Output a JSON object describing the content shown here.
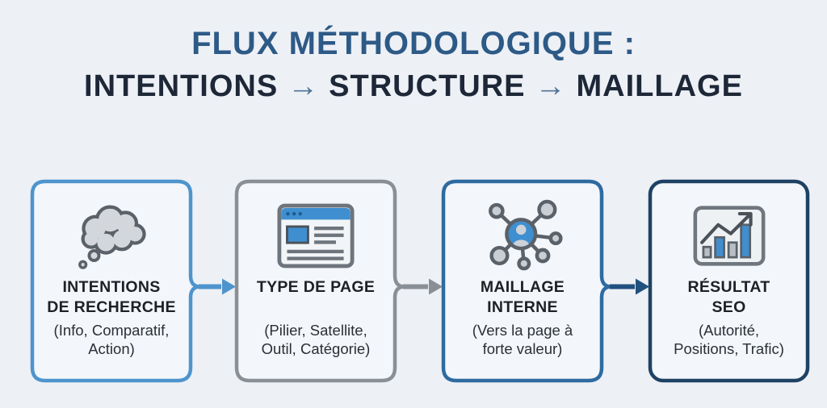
{
  "title": {
    "line1": "FLUX MÉTHODOLOGIQUE :",
    "line2": {
      "word1": "INTENTIONS",
      "word2": "STRUCTURE",
      "word3": "MAILLAGE",
      "arrow": "→"
    }
  },
  "cards": [
    {
      "name": "intentions-de-recherche",
      "icon": "thought-cloud-icon",
      "title_line1": "INTENTIONS",
      "title_line2": "DE RECHERCHE",
      "subtitle_line1": "(Info, Comparatif,",
      "subtitle_line2": "Action)",
      "border_color": "#4e94cd"
    },
    {
      "name": "type-de-page",
      "icon": "browser-page-icon",
      "title_line1": "TYPE DE PAGE",
      "title_line2": "",
      "subtitle_line1": "(Pilier, Satellite,",
      "subtitle_line2": "Outil, Catégorie)",
      "border_color": "#8a8f96"
    },
    {
      "name": "maillage-interne",
      "icon": "network-hub-icon",
      "title_line1": "MAILLAGE",
      "title_line2": "INTERNE",
      "subtitle_line1": "(Vers la page à",
      "subtitle_line2": "forte valeur)",
      "border_color": "#2d6ba0"
    },
    {
      "name": "resultat-seo",
      "icon": "bar-chart-icon",
      "title_line1": "RÉSULTAT",
      "title_line2": "SEO",
      "subtitle_line1": "(Autorité,",
      "subtitle_line2": "Positions, Trafic)",
      "border_color": "#1e4264"
    }
  ],
  "connectors": [
    {
      "from": "intentions-de-recherche",
      "to": "type-de-page",
      "color": "#4e94cd"
    },
    {
      "from": "type-de-page",
      "to": "maillage-interne",
      "color": "#8a8f96"
    },
    {
      "from": "maillage-interne",
      "to": "resultat-seo",
      "color": "#21517e"
    }
  ],
  "colors": {
    "background": "#edf0f5",
    "card_fill": "#f3f6fa",
    "title_line1": "#2d5a87",
    "title_line2": "#1d2737",
    "icon_gray_fill": "#d3d7db",
    "icon_outline": "#5b6169",
    "icon_blue": "#3f8fd0"
  }
}
